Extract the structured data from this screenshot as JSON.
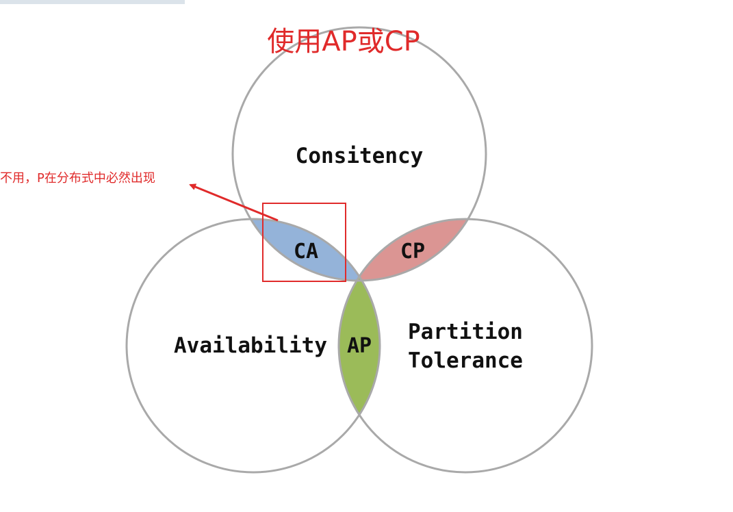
{
  "title": "使用AP或CP",
  "annotation": "不用，P在分布式中必然出现",
  "circles": {
    "consistency": "Consitency",
    "availability": "Availability",
    "partition": [
      "Partition",
      "Tolerance"
    ]
  },
  "regions": {
    "ca": "CA",
    "cp": "CP",
    "ap": "AP"
  },
  "colors": {
    "circle_stroke": "#a9a9a9",
    "ca_fill": "#94b3d9",
    "cp_fill": "#db9593",
    "ap_fill": "#9bbb59",
    "annotation_red": "#e02a2a"
  }
}
